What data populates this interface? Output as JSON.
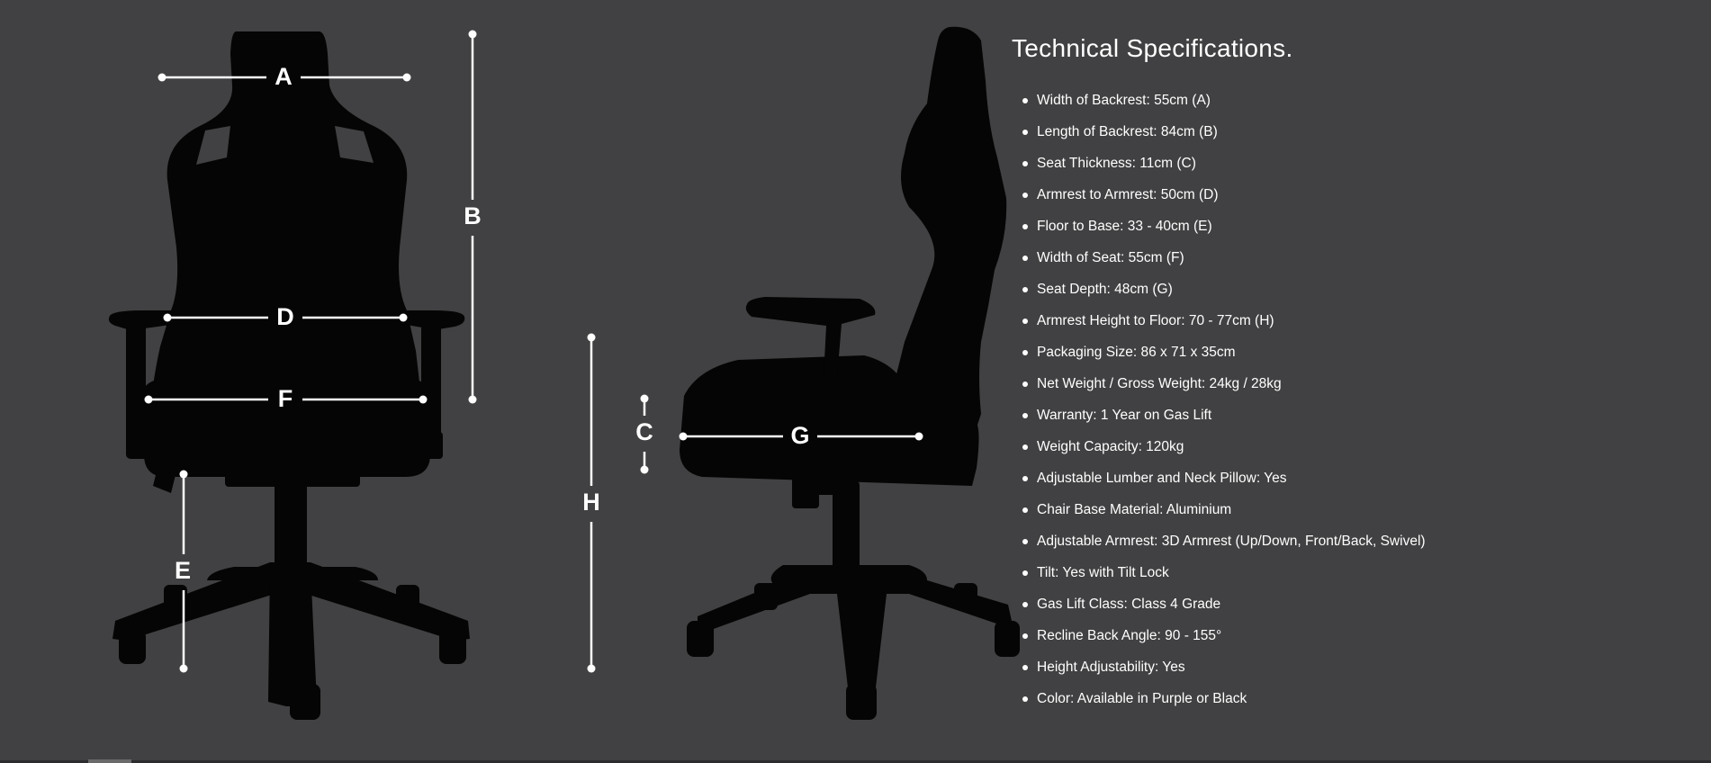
{
  "specs": {
    "title": "Technical Specifications.",
    "items": [
      "Width of Backrest: 55cm (A)",
      "Length of Backrest: 84cm (B)",
      "Seat Thickness: 11cm (C)",
      "Armrest to Armrest: 50cm (D)",
      "Floor to Base: 33 - 40cm (E)",
      "Width of Seat: 55cm (F)",
      "Seat Depth: 48cm (G)",
      "Armrest Height to Floor: 70 - 77cm (H)",
      "Packaging Size: 86 x 71 x 35cm",
      "Net Weight / Gross Weight: 24kg / 28kg",
      "Warranty: 1 Year on Gas Lift",
      "Weight Capacity: 120kg",
      "Adjustable Lumber and Neck Pillow: Yes",
      "Chair Base Material: Aluminium",
      "Adjustable Armrest: 3D Armrest (Up/Down, Front/Back, Swivel)",
      "Tilt: Yes with Tilt Lock",
      "Gas Lift Class: Class 4 Grade",
      "Recline Back Angle: 90 - 155°",
      "Height Adjustability: Yes",
      "Color: Available in Purple or Black"
    ]
  },
  "dimension_labels": {
    "a": "A",
    "b": "B",
    "c": "C",
    "d": "D",
    "e": "E",
    "f": "F",
    "g": "G",
    "h": "H"
  },
  "colors": {
    "background": "#414042",
    "silhouette": "#050505",
    "lines": "#ffffff"
  }
}
